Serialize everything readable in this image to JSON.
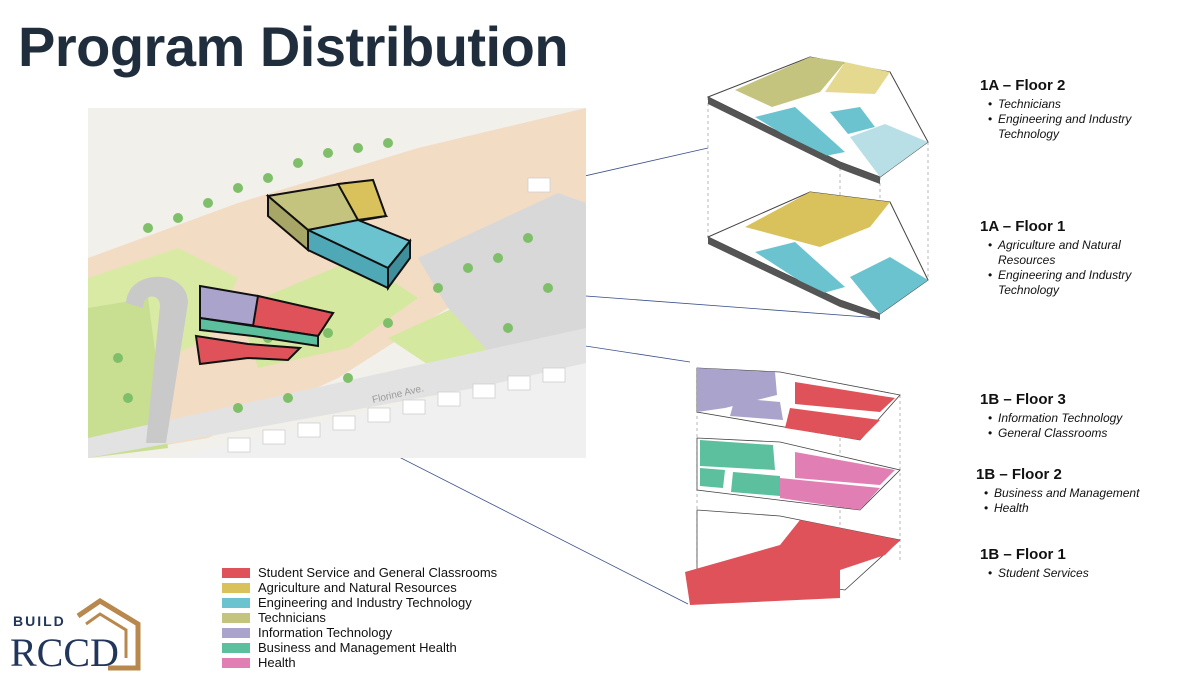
{
  "title": "Program Distribution",
  "colors": {
    "student_services": "#e0525a",
    "agriculture": "#d9c25b",
    "engineering": "#6cc3d0",
    "technicians": "#c5c47f",
    "information_technology": "#aaa4cc",
    "business": "#5cbf9e",
    "health": "#e17fb5",
    "title": "#1f2d3d",
    "logo_brown": "#b8884d",
    "logo_navy": "#22355a"
  },
  "site_plan": {
    "street_label": "Florine Ave."
  },
  "floors": [
    {
      "title": "1A – Floor 2",
      "items": [
        "Technicians",
        "Engineering and Industry Technology"
      ]
    },
    {
      "title": "1A – Floor 1",
      "items": [
        "Agriculture and Natural Resources",
        "Engineering and Industry Technology"
      ]
    },
    {
      "title": "1B – Floor 3",
      "items": [
        "Information Technology",
        "General Classrooms"
      ]
    },
    {
      "title": "1B – Floor 2",
      "items": [
        "Business and Management",
        "Health"
      ]
    },
    {
      "title": "1B – Floor 1",
      "items": [
        "Student Services"
      ]
    }
  ],
  "legend": [
    {
      "label": "Student Service and General Classrooms",
      "color": "#e0525a"
    },
    {
      "label": "Agriculture and Natural Resources",
      "color": "#d9c25b"
    },
    {
      "label": "Engineering and Industry Technology",
      "color": "#6cc3d0"
    },
    {
      "label": "Technicians",
      "color": "#c5c47f"
    },
    {
      "label": "Information Technology",
      "color": "#aaa4cc"
    },
    {
      "label": "Business and Management Health",
      "color": "#5cbf9e"
    },
    {
      "label": "Health",
      "color": "#e17fb5"
    }
  ],
  "logo": {
    "top_text": "BUILD",
    "main_text": "RCCD"
  }
}
